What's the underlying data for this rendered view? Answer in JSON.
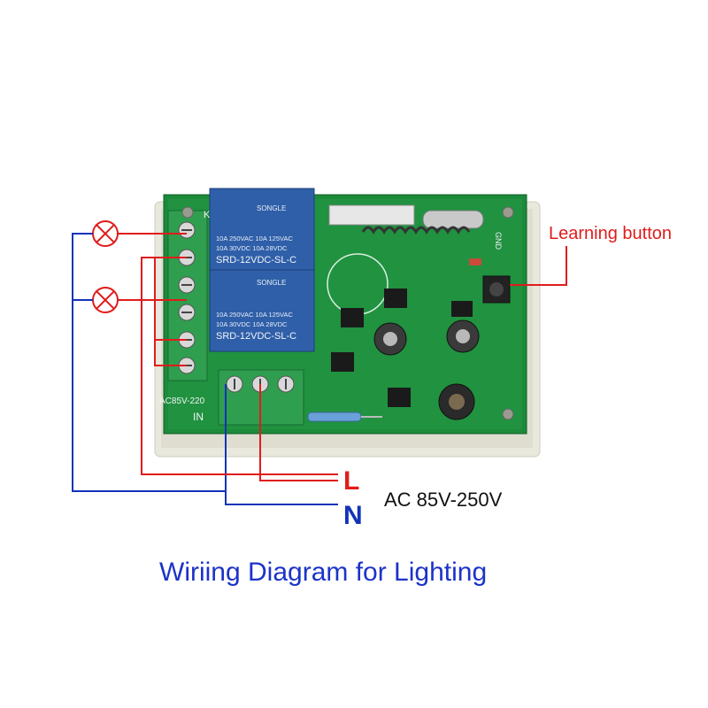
{
  "labels": {
    "learning_button": "Learning button",
    "line": "L",
    "neutral": "N",
    "voltage": "AC 85V-250V",
    "title": "Wiriing Diagram for Lighting"
  },
  "board": {
    "relay_brand": "SONGLE",
    "relay_ratings_1": "10A 250VAC  10A 125VAC",
    "relay_ratings_2": "10A 30VDC  10A 28VDC",
    "relay_model": "SRD-12VDC-SL-C",
    "input_label": "AC85V-220",
    "in_label": "IN",
    "gnd_label": "GND",
    "k_label": "K"
  },
  "colors": {
    "line_wire": "#e01c1c",
    "neutral_wire": "#1233b8",
    "pcb": "#1c8a3a",
    "relay": "#2f5fa8",
    "terminal": "#2f9e4f"
  },
  "icons": [
    "lamp-icon",
    "lamp-icon"
  ]
}
